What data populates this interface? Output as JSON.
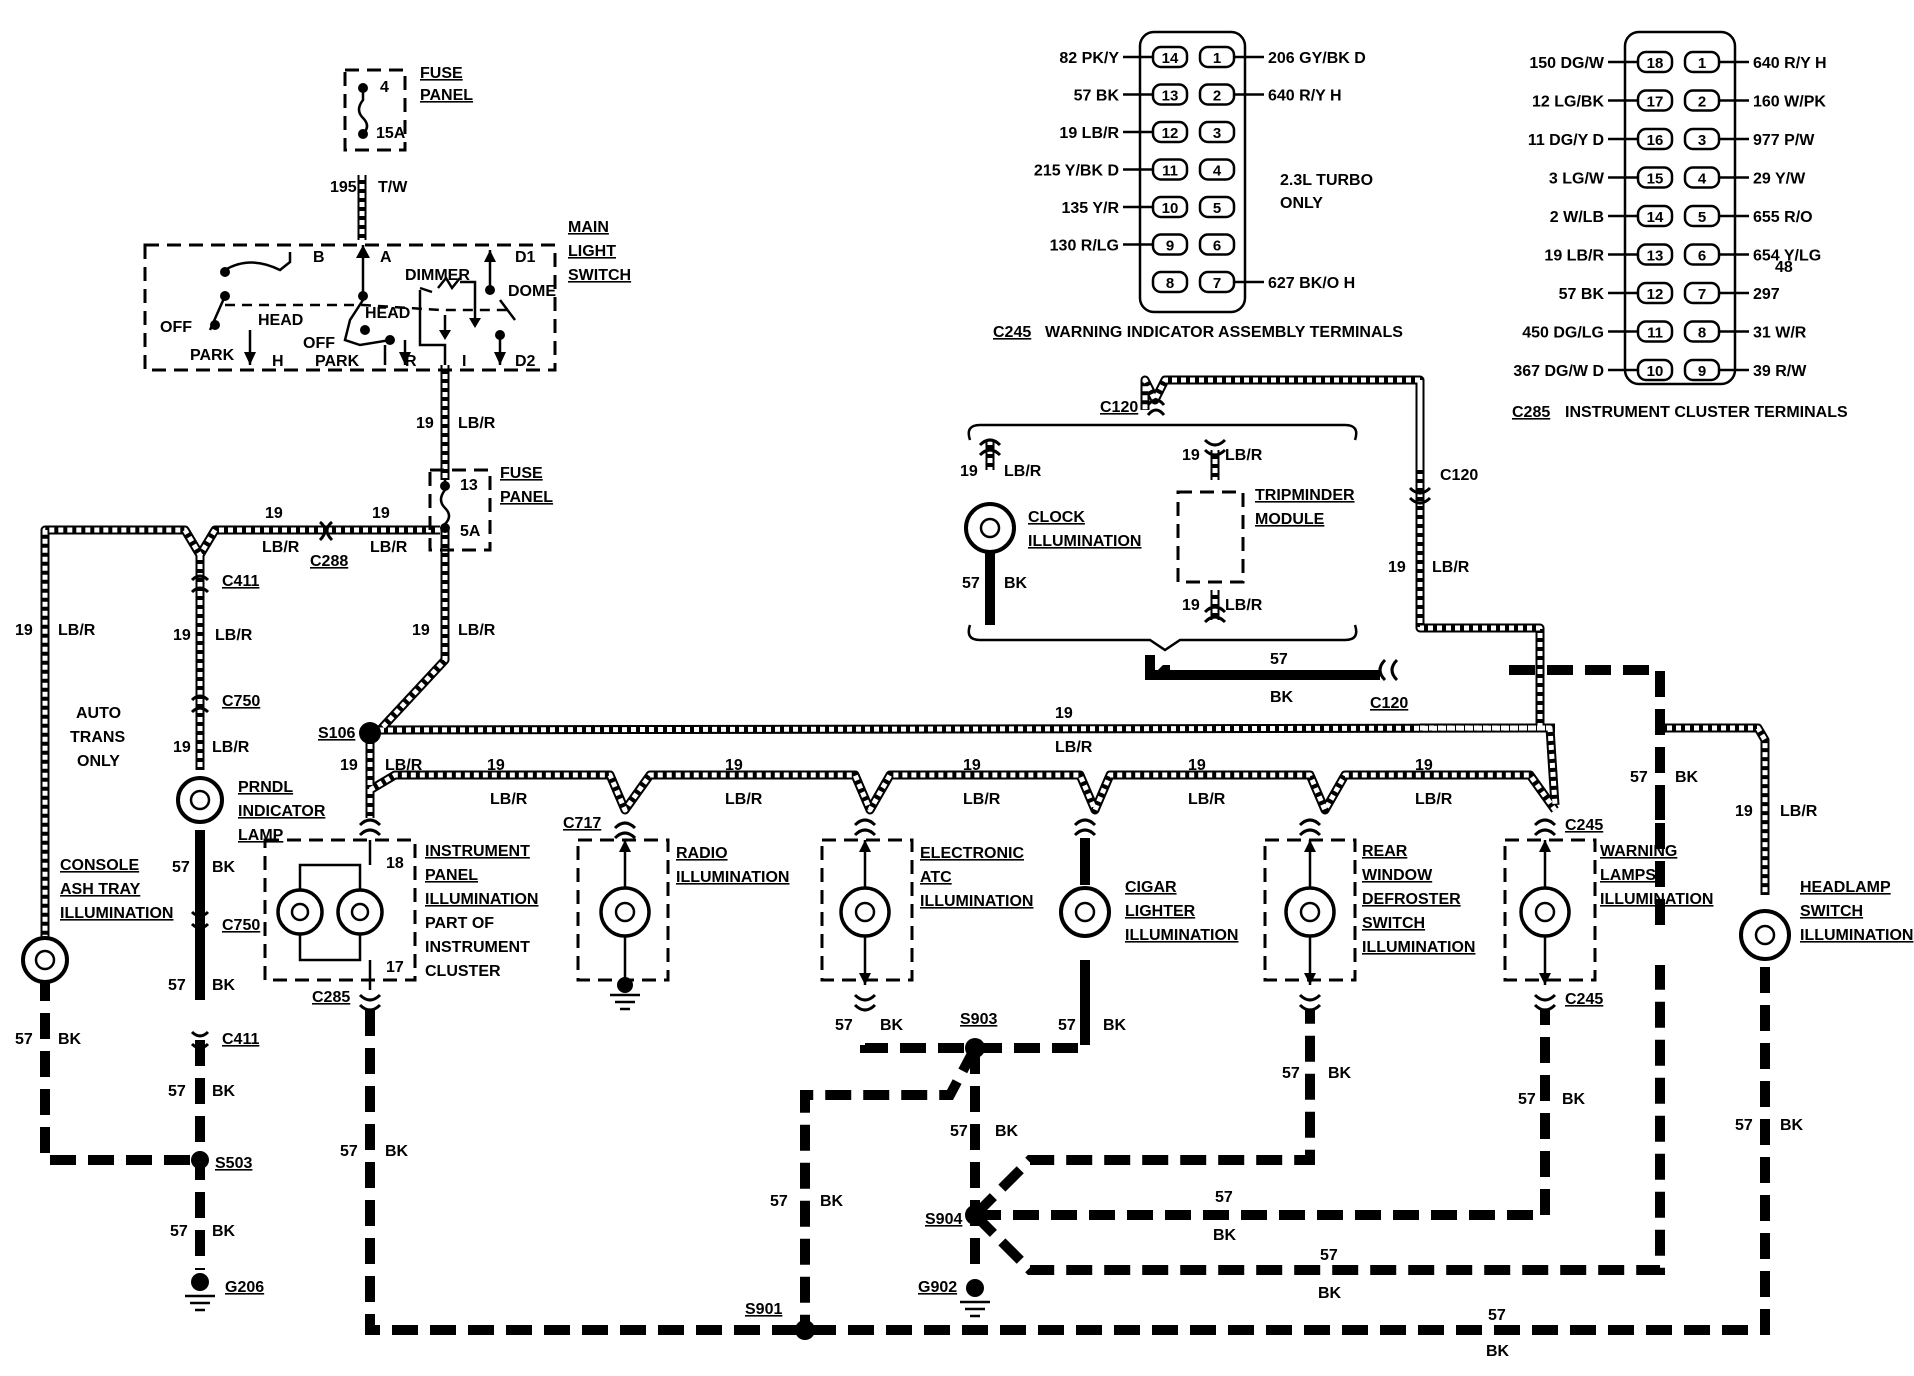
{
  "labels": {
    "fuse_panel_top": [
      "FUSE",
      "PANEL"
    ],
    "fuse_top_pin": "4",
    "fuse_top_amp": "15A",
    "wire_195": "195",
    "wire_tw": "T/W",
    "main_switch": [
      "MAIN",
      "LIGHT",
      "SWITCH"
    ],
    "sw_b": "B",
    "sw_a": "A",
    "sw_d1": "D1",
    "sw_d2": "D2",
    "sw_dimmer": "DIMMER",
    "sw_dome": "DOME",
    "sw_head1": "HEAD",
    "sw_head2": "HEAD",
    "sw_off1": "OFF",
    "sw_off2": "OFF",
    "sw_park1": "PARK",
    "sw_park2": "PARK",
    "sw_h": "H",
    "sw_r": "R",
    "sw_i": "I",
    "n19": "19",
    "lbr": "LB/R",
    "n57": "57",
    "bk": "BK",
    "fuse_panel_mid": [
      "FUSE",
      "PANEL"
    ],
    "fuse_mid_pin": "13",
    "fuse_mid_amp": "5A",
    "c288": "C288",
    "c411": "C411",
    "c750": "C750",
    "s106": "S106",
    "auto_trans": [
      "AUTO",
      "TRANS",
      "ONLY"
    ],
    "prndl": [
      "PRNDL",
      "INDICATOR",
      "LAMP"
    ],
    "console": [
      "CONSOLE",
      "ASH TRAY",
      "ILLUMINATION"
    ],
    "s503": "S503",
    "g206": "G206",
    "c285": "C285",
    "c717": "C717",
    "c245": "C245",
    "c120": "C120",
    "ip_illum": [
      "INSTRUMENT",
      "PANEL",
      "ILLUMINATION",
      "PART OF",
      "INSTRUMENT",
      "CLUSTER"
    ],
    "pin18": "18",
    "pin17": "17",
    "radio": [
      "RADIO",
      "ILLUMINATION"
    ],
    "atc": [
      "ELECTRONIC",
      "ATC",
      "ILLUMINATION"
    ],
    "cigar": [
      "CIGAR",
      "LIGHTER",
      "ILLUMINATION"
    ],
    "rear": [
      "REAR",
      "WINDOW",
      "DEFROSTER",
      "SWITCH",
      "ILLUMINATION"
    ],
    "warning": [
      "WARNING",
      "LAMPS",
      "ILLUMINATION"
    ],
    "headlamp": [
      "HEADLAMP",
      "SWITCH",
      "ILLUMINATION"
    ],
    "clock": [
      "CLOCK",
      "ILLUMINATION"
    ],
    "tripminder": [
      "TRIPMINDER",
      "MODULE"
    ],
    "s903": "S903",
    "s904": "S904",
    "s901": "S901",
    "g902": "G902",
    "turbo": [
      "2.3L TURBO",
      "ONLY"
    ]
  },
  "c245_block": {
    "connector": "C245",
    "caption": "WARNING INDICATOR ASSEMBLY TERMINALS",
    "left": [
      {
        "wire": "82 PK/Y",
        "pin": "14"
      },
      {
        "wire": "57 BK",
        "pin": "13"
      },
      {
        "wire": "19 LB/R",
        "pin": "12"
      },
      {
        "wire": "215 Y/BK D",
        "pin": "11"
      },
      {
        "wire": "135 Y/R",
        "pin": "10"
      },
      {
        "wire": "130 R/LG",
        "pin": "9"
      },
      {
        "wire": "",
        "pin": "8"
      }
    ],
    "right": [
      {
        "pin": "1",
        "wire": "206 GY/BK D"
      },
      {
        "pin": "2",
        "wire": "640 R/Y H"
      },
      {
        "pin": "3",
        "wire": ""
      },
      {
        "pin": "4",
        "wire": ""
      },
      {
        "pin": "5",
        "wire": ""
      },
      {
        "pin": "6",
        "wire": ""
      },
      {
        "pin": "7",
        "wire": "627 BK/O H"
      }
    ]
  },
  "c285_block": {
    "connector": "C285",
    "caption": "INSTRUMENT  CLUSTER TERMINALS",
    "left": [
      {
        "wire": "150 DG/W",
        "pin": "18"
      },
      {
        "wire": "12 LG/BK",
        "pin": "17"
      },
      {
        "wire": "11 DG/Y D",
        "pin": "16"
      },
      {
        "wire": "3 LG/W",
        "pin": "15"
      },
      {
        "wire": "2 W/LB",
        "pin": "14"
      },
      {
        "wire": "19 LB/R",
        "pin": "13"
      },
      {
        "wire": "57 BK",
        "pin": "12"
      },
      {
        "wire": "450 DG/LG",
        "pin": "11"
      },
      {
        "wire": "367 DG/W D",
        "pin": "10"
      }
    ],
    "right": [
      {
        "pin": "1",
        "wire": "640 R/Y H"
      },
      {
        "pin": "2",
        "wire": "160 W/PK"
      },
      {
        "pin": "3",
        "wire": "977 P/W"
      },
      {
        "pin": "4",
        "wire": "29 Y/W"
      },
      {
        "pin": "5",
        "wire": "655 R/O"
      },
      {
        "pin": "6",
        "wire": "654 Y/LG"
      },
      {
        "pin": "7",
        "wire": "297"
      },
      {
        "pin": "8",
        "wire": "31 W/R"
      },
      {
        "pin": "9",
        "wire": "39 R/W"
      }
    ],
    "pin7_extra": "48"
  }
}
